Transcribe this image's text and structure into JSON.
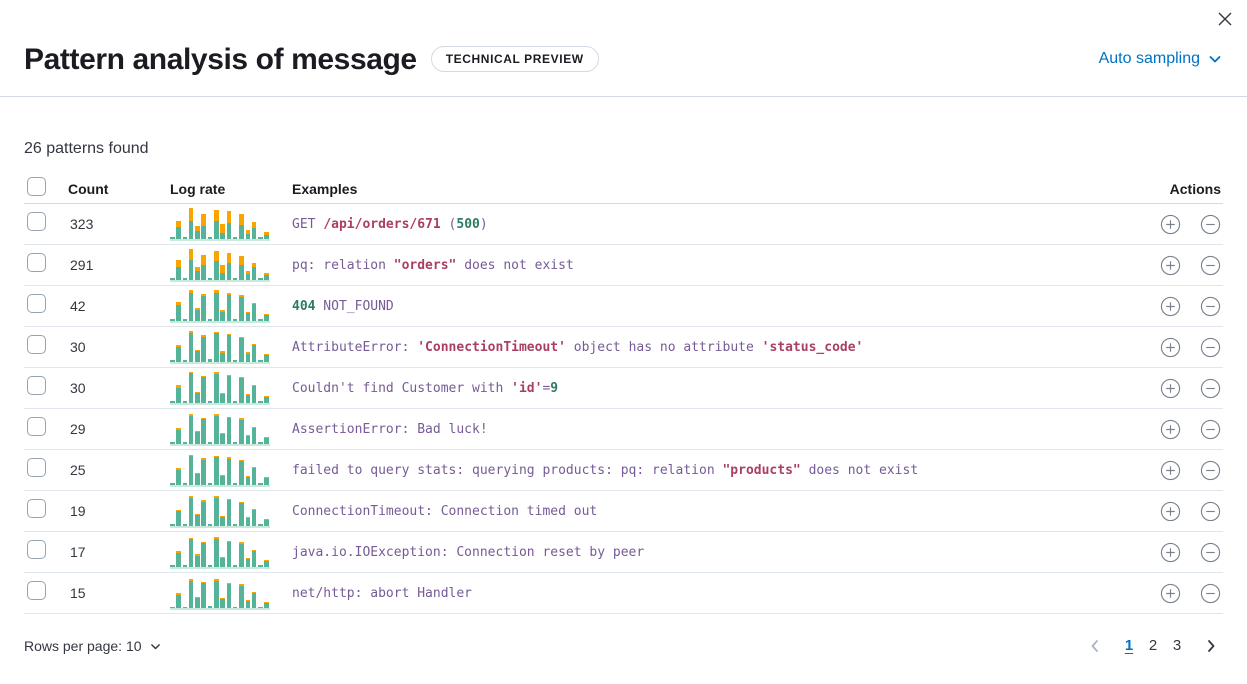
{
  "header": {
    "title": "Pattern analysis of message",
    "badge": "TECHNICAL PREVIEW",
    "sampling_label": "Auto sampling"
  },
  "summary": "26 patterns found",
  "table": {
    "columns": {
      "count": "Count",
      "log_rate": "Log rate",
      "examples": "Examples",
      "actions": "Actions"
    },
    "rows": [
      {
        "count": "323",
        "histogram": [
          [
            2,
            0
          ],
          [
            12,
            6
          ],
          [
            2,
            0
          ],
          [
            18,
            13
          ],
          [
            8,
            5
          ],
          [
            13,
            12
          ],
          [
            2,
            0
          ],
          [
            18,
            11
          ],
          [
            6,
            9
          ],
          [
            16,
            12
          ],
          [
            2,
            0
          ],
          [
            14,
            11
          ],
          [
            5,
            4
          ],
          [
            11,
            6
          ],
          [
            2,
            0
          ],
          [
            4,
            3
          ]
        ],
        "example": [
          {
            "t": "GET ",
            "c": "p"
          },
          {
            "t": "/api/orders/671",
            "c": "r"
          },
          {
            "t": " (",
            "c": "p"
          },
          {
            "t": "500",
            "c": "g"
          },
          {
            "t": ")",
            "c": "p"
          }
        ]
      },
      {
        "count": "291",
        "histogram": [
          [
            2,
            0
          ],
          [
            13,
            7
          ],
          [
            2,
            0
          ],
          [
            20,
            11
          ],
          [
            9,
            4
          ],
          [
            15,
            10
          ],
          [
            2,
            0
          ],
          [
            19,
            10
          ],
          [
            7,
            8
          ],
          [
            17,
            10
          ],
          [
            2,
            0
          ],
          [
            15,
            9
          ],
          [
            6,
            3
          ],
          [
            13,
            4
          ],
          [
            2,
            0
          ],
          [
            5,
            2
          ]
        ],
        "example": [
          {
            "t": "pq: relation ",
            "c": "p"
          },
          {
            "t": "\"orders\"",
            "c": "r"
          },
          {
            "t": " does not exist",
            "c": "p"
          }
        ]
      },
      {
        "count": "42",
        "histogram": [
          [
            2,
            0
          ],
          [
            16,
            3
          ],
          [
            2,
            0
          ],
          [
            28,
            3
          ],
          [
            11,
            2
          ],
          [
            25,
            2
          ],
          [
            2,
            0
          ],
          [
            28,
            3
          ],
          [
            9,
            2
          ],
          [
            26,
            2
          ],
          [
            2,
            0
          ],
          [
            24,
            2
          ],
          [
            8,
            1
          ],
          [
            17,
            1
          ],
          [
            2,
            0
          ],
          [
            6,
            1
          ]
        ],
        "example": [
          {
            "t": "404",
            "c": "g"
          },
          {
            "t": " NOT_FOUND",
            "c": "p"
          }
        ]
      },
      {
        "count": "30",
        "histogram": [
          [
            2,
            0
          ],
          [
            15,
            2
          ],
          [
            2,
            0
          ],
          [
            29,
            2
          ],
          [
            11,
            1
          ],
          [
            25,
            2
          ],
          [
            3,
            0
          ],
          [
            29,
            1
          ],
          [
            9,
            2
          ],
          [
            27,
            1
          ],
          [
            2,
            0
          ],
          [
            24,
            1
          ],
          [
            8,
            2
          ],
          [
            17,
            1
          ],
          [
            2,
            0
          ],
          [
            7,
            1
          ]
        ],
        "example": [
          {
            "t": "AttributeError: ",
            "c": "p"
          },
          {
            "t": "'ConnectionTimeout'",
            "c": "r"
          },
          {
            "t": " object has no attribute ",
            "c": "p"
          },
          {
            "t": "'status_code'",
            "c": "r"
          }
        ]
      },
      {
        "count": "30",
        "histogram": [
          [
            2,
            0
          ],
          [
            15,
            3
          ],
          [
            2,
            0
          ],
          [
            30,
            1
          ],
          [
            10,
            1
          ],
          [
            26,
            1
          ],
          [
            2,
            0
          ],
          [
            29,
            2
          ],
          [
            9,
            1
          ],
          [
            27,
            1
          ],
          [
            2,
            0
          ],
          [
            25,
            1
          ],
          [
            8,
            1
          ],
          [
            17,
            1
          ],
          [
            2,
            0
          ],
          [
            6,
            1
          ]
        ],
        "example": [
          {
            "t": "Couldn't find Customer with ",
            "c": "p"
          },
          {
            "t": "'id'",
            "c": "r"
          },
          {
            "t": "=",
            "c": "p"
          },
          {
            "t": "9",
            "c": "g"
          }
        ]
      },
      {
        "count": "29",
        "histogram": [
          [
            2,
            0
          ],
          [
            14,
            2
          ],
          [
            2,
            0
          ],
          [
            28,
            2
          ],
          [
            12,
            1
          ],
          [
            25,
            1
          ],
          [
            2,
            0
          ],
          [
            28,
            2
          ],
          [
            10,
            1
          ],
          [
            26,
            1
          ],
          [
            2,
            0
          ],
          [
            24,
            2
          ],
          [
            8,
            1
          ],
          [
            16,
            1
          ],
          [
            2,
            0
          ],
          [
            6,
            1
          ]
        ],
        "example": [
          {
            "t": "AssertionError: Bad luck!",
            "c": "p"
          }
        ]
      },
      {
        "count": "25",
        "histogram": [
          [
            2,
            0
          ],
          [
            15,
            2
          ],
          [
            2,
            0
          ],
          [
            29,
            1
          ],
          [
            11,
            1
          ],
          [
            25,
            2
          ],
          [
            2,
            0
          ],
          [
            28,
            1
          ],
          [
            9,
            1
          ],
          [
            26,
            2
          ],
          [
            2,
            0
          ],
          [
            24,
            1
          ],
          [
            8,
            1
          ],
          [
            17,
            1
          ],
          [
            2,
            0
          ],
          [
            7,
            1
          ]
        ],
        "example": [
          {
            "t": "failed to query stats: querying products: pq: relation ",
            "c": "p"
          },
          {
            "t": "\"products\"",
            "c": "r"
          },
          {
            "t": " does not exist",
            "c": "p"
          }
        ]
      },
      {
        "count": "19",
        "histogram": [
          [
            2,
            0
          ],
          [
            15,
            1
          ],
          [
            2,
            0
          ],
          [
            28,
            2
          ],
          [
            11,
            1
          ],
          [
            24,
            2
          ],
          [
            2,
            0
          ],
          [
            28,
            2
          ],
          [
            9,
            1
          ],
          [
            26,
            1
          ],
          [
            2,
            0
          ],
          [
            23,
            1
          ],
          [
            8,
            1
          ],
          [
            16,
            1
          ],
          [
            2,
            0
          ],
          [
            6,
            1
          ]
        ],
        "example": [
          {
            "t": "ConnectionTimeout: Connection timed out",
            "c": "p"
          }
        ]
      },
      {
        "count": "17",
        "histogram": [
          [
            2,
            0
          ],
          [
            14,
            2
          ],
          [
            2,
            0
          ],
          [
            28,
            1
          ],
          [
            11,
            2
          ],
          [
            24,
            1
          ],
          [
            2,
            0
          ],
          [
            28,
            2
          ],
          [
            9,
            1
          ],
          [
            25,
            1
          ],
          [
            2,
            0
          ],
          [
            23,
            2
          ],
          [
            8,
            1
          ],
          [
            16,
            1
          ],
          [
            2,
            0
          ],
          [
            6,
            1
          ]
        ],
        "example": [
          {
            "t": "java.io.IOException: Connection reset by peer",
            "c": "p"
          }
        ]
      },
      {
        "count": "15",
        "histogram": [
          [
            1,
            0
          ],
          [
            13,
            2
          ],
          [
            1,
            0
          ],
          [
            27,
            2
          ],
          [
            10,
            1
          ],
          [
            25,
            1
          ],
          [
            2,
            0
          ],
          [
            27,
            2
          ],
          [
            9,
            1
          ],
          [
            24,
            1
          ],
          [
            1,
            0
          ],
          [
            22,
            2
          ],
          [
            7,
            1
          ],
          [
            15,
            1
          ],
          [
            1,
            0
          ],
          [
            5,
            1
          ]
        ],
        "example": [
          {
            "t": "net/http: abort Handler",
            "c": "p"
          }
        ]
      }
    ]
  },
  "footer": {
    "rows_per_page": "Rows per page: 10",
    "pagination": {
      "pages": [
        "1",
        "2",
        "3"
      ],
      "active": "1"
    }
  },
  "colors": {
    "accent_blue": "#0071C2",
    "chart_green": "#54B399",
    "chart_orange": "#F9A400",
    "token_purple": "#765B96",
    "token_red": "#AA3E64",
    "token_green": "#2B7C64"
  }
}
